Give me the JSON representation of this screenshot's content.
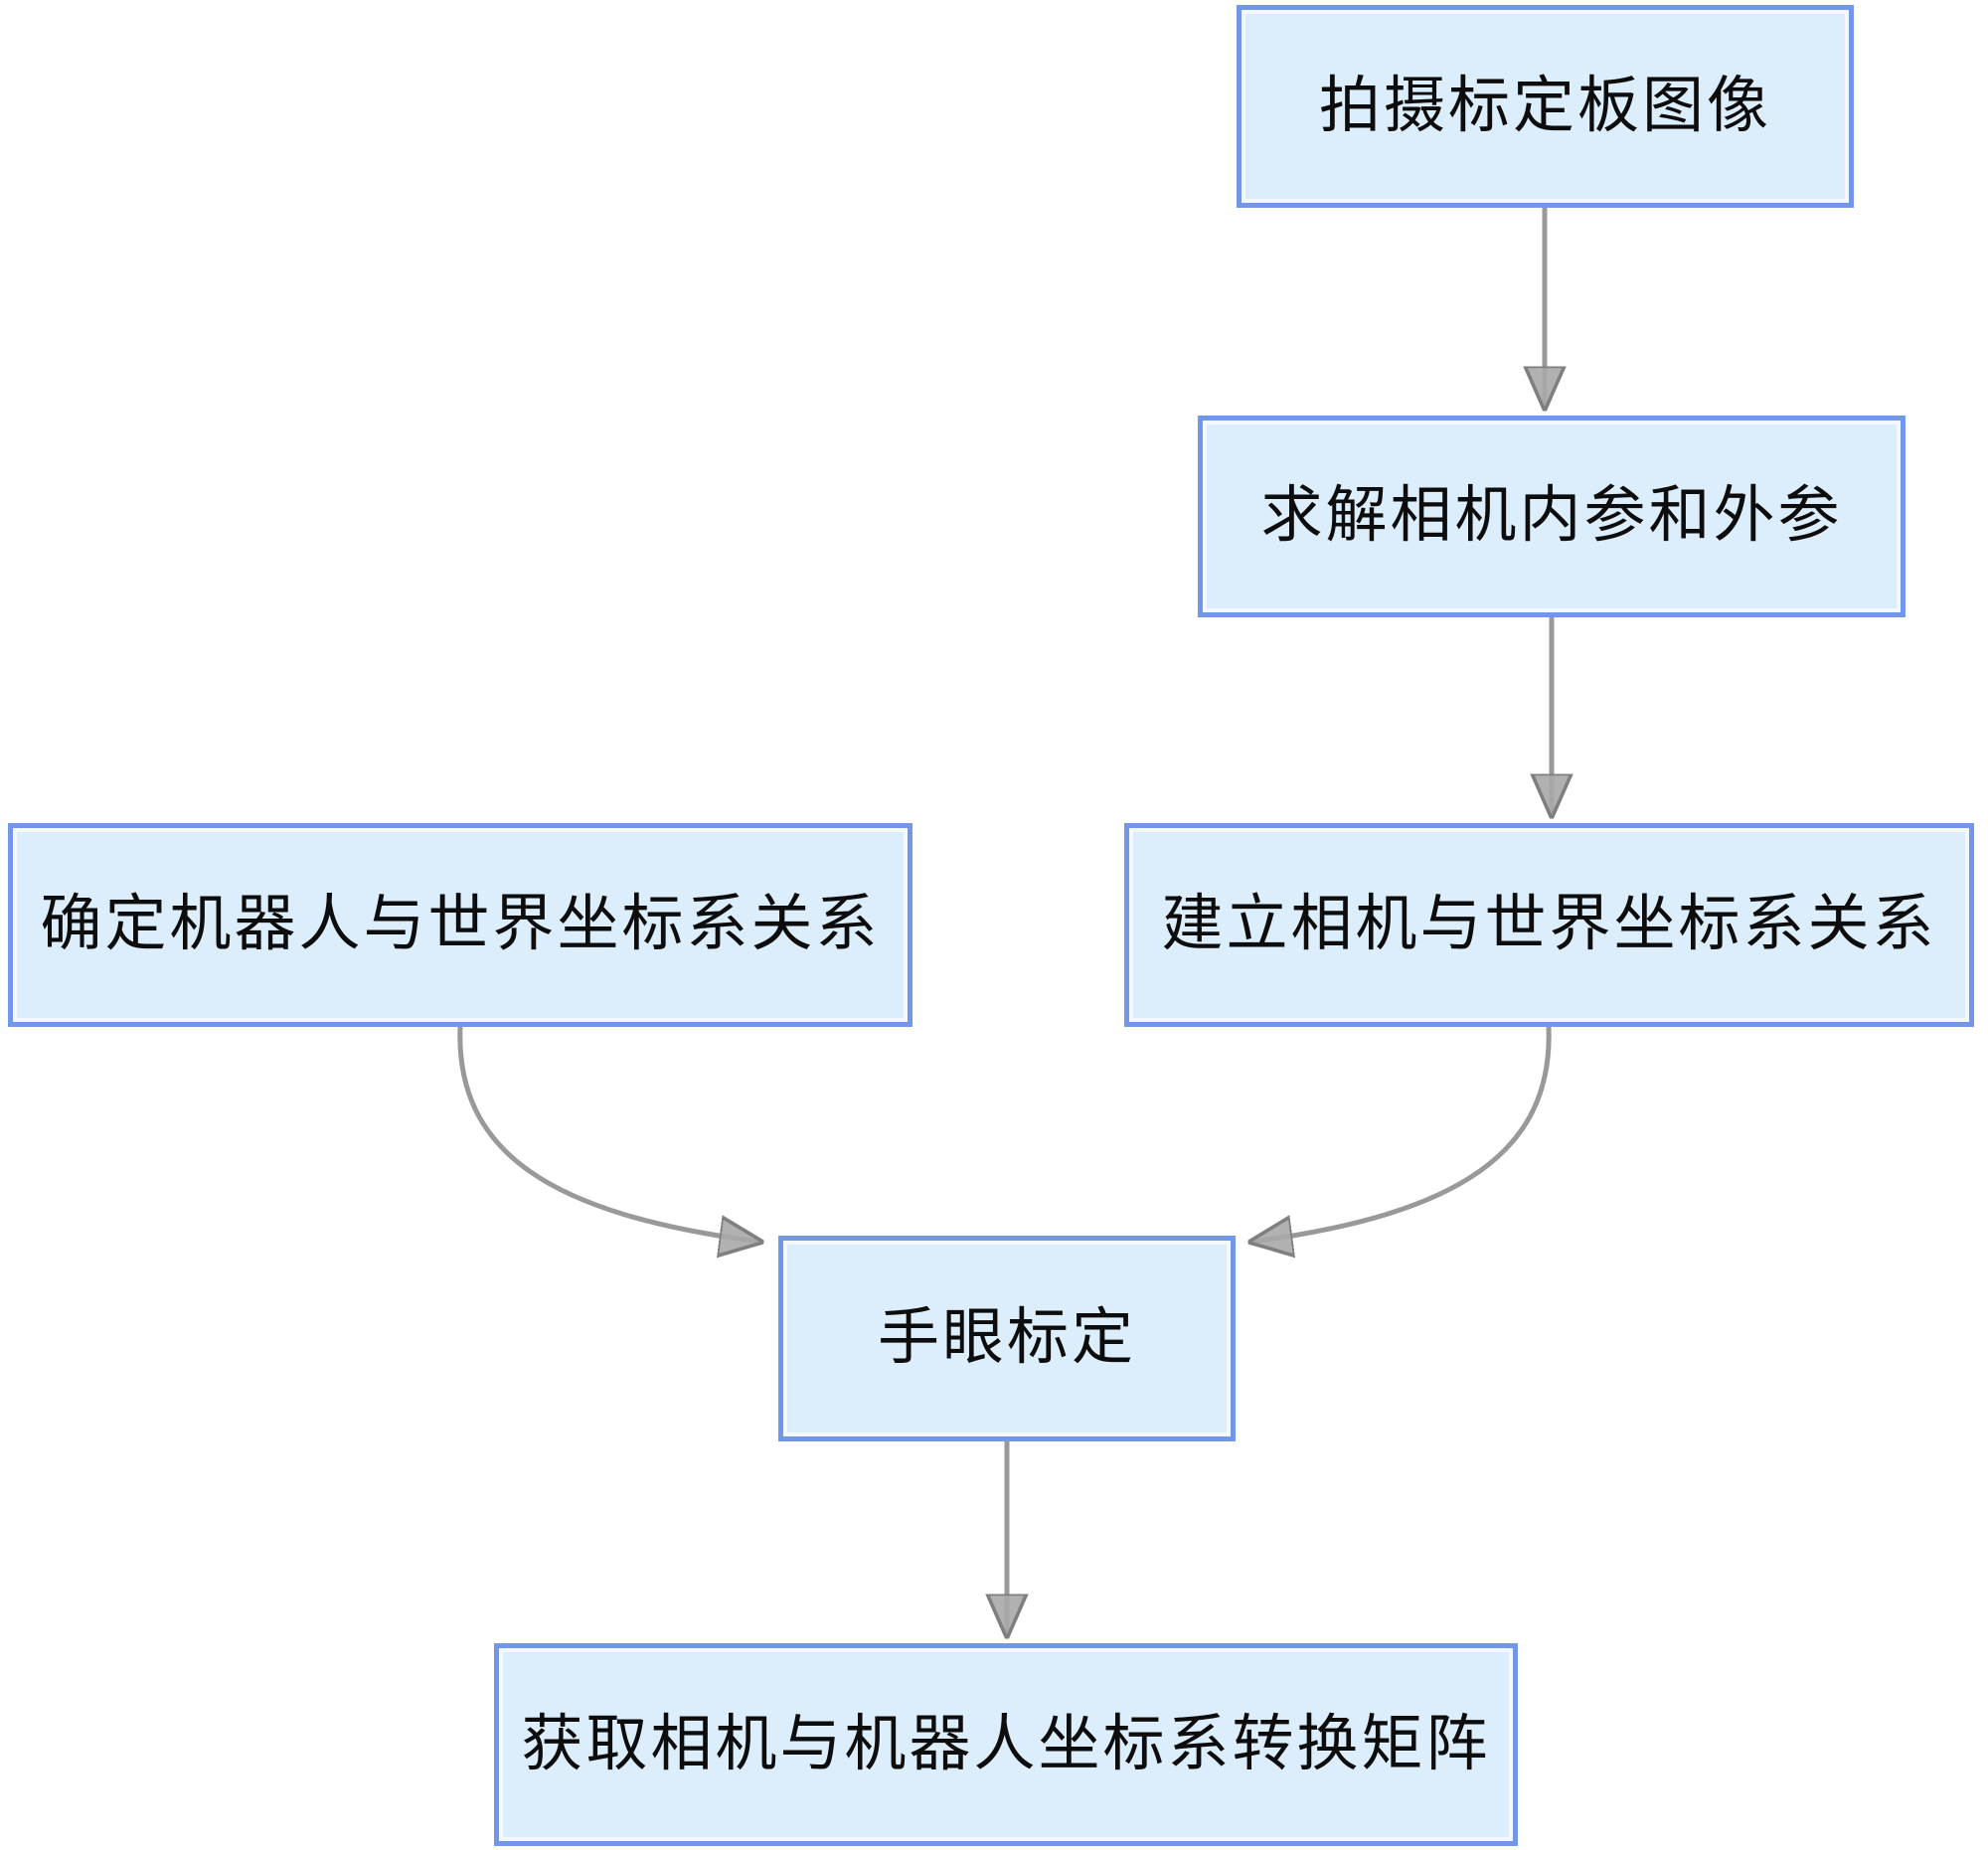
{
  "diagram": {
    "type": "flowchart",
    "language": "zh-CN",
    "nodes": [
      {
        "id": "capture",
        "label": "拍摄标定板图像"
      },
      {
        "id": "solve",
        "label": "求解相机内参和外参"
      },
      {
        "id": "camera_world",
        "label": "建立相机与世界坐标系关系"
      },
      {
        "id": "robot_world",
        "label": "确定机器人与世界坐标系关系"
      },
      {
        "id": "hand_eye",
        "label": "手眼标定"
      },
      {
        "id": "matrix",
        "label": "获取相机与机器人坐标系转换矩阵"
      }
    ],
    "edges": [
      {
        "from": "capture",
        "to": "solve",
        "style": "straight-down"
      },
      {
        "from": "solve",
        "to": "camera_world",
        "style": "straight-down"
      },
      {
        "from": "robot_world",
        "to": "hand_eye",
        "style": "curved"
      },
      {
        "from": "camera_world",
        "to": "hand_eye",
        "style": "curved"
      },
      {
        "from": "hand_eye",
        "to": "matrix",
        "style": "straight-down"
      }
    ],
    "colors": {
      "node_fill": "#dcedfb",
      "node_border": "#7296e8",
      "arrow_line": "#999999",
      "arrowhead_fill": "#a9a9a9",
      "arrowhead_stroke": "#7f7f7f",
      "text": "#0d0d0d",
      "background": "#ffffff"
    }
  }
}
